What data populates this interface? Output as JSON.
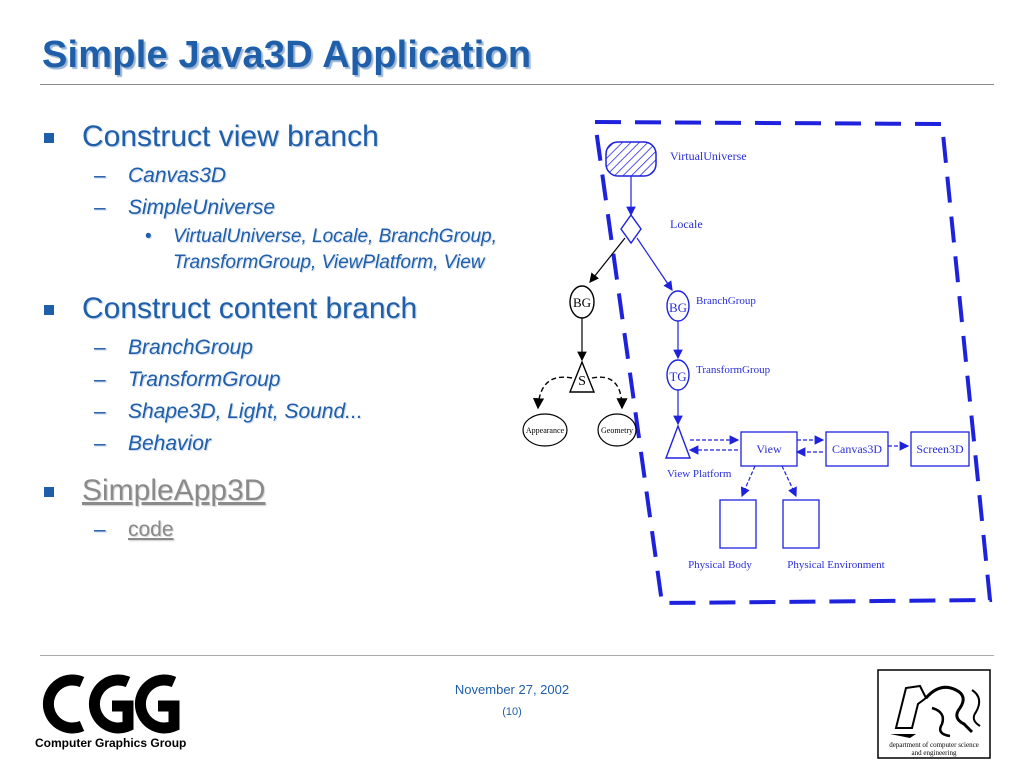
{
  "slide": {
    "title": "Simple Java3D Application"
  },
  "bullets": [
    {
      "text": "Construct view branch",
      "items": [
        {
          "text": "Canvas3D"
        },
        {
          "text": "SimpleUniverse",
          "sub": [
            "VirtualUniverse, Locale, BranchGroup, TransformGroup, ViewPlatform, View"
          ]
        }
      ]
    },
    {
      "text": "Construct content branch",
      "items": [
        {
          "text": "BranchGroup"
        },
        {
          "text": "TransformGroup"
        },
        {
          "text": "Shape3D, Light, Sound..."
        },
        {
          "text": "Behavior"
        }
      ]
    },
    {
      "text": "SimpleApp3D",
      "items": [
        {
          "text": "code"
        }
      ]
    }
  ],
  "diagram": {
    "virtual_universe": "VirtualUniverse",
    "locale": "Locale",
    "bg_left": "BG",
    "bg_right": "BG",
    "branch_group": "BranchGroup",
    "tg": "TG",
    "transform_group": "TransformGroup",
    "s": "S",
    "appearance": "Appearance",
    "geometry": "Geometry",
    "view_platform": "View Platform",
    "view": "View",
    "canvas3d": "Canvas3D",
    "screen3d": "Screen3D",
    "physical_body": "Physical Body",
    "physical_environment": "Physical Environment"
  },
  "footer": {
    "logo_caption": "Computer Graphics Group",
    "date": "November 27, 2002",
    "page": "(10)",
    "dept_caption_line1": "department of computer science",
    "dept_caption_line2": "and engineering"
  },
  "colors": {
    "title": "#1f5ea8",
    "diagram_blue": "#1e22dd",
    "link_gray": "#8a8a8a"
  }
}
